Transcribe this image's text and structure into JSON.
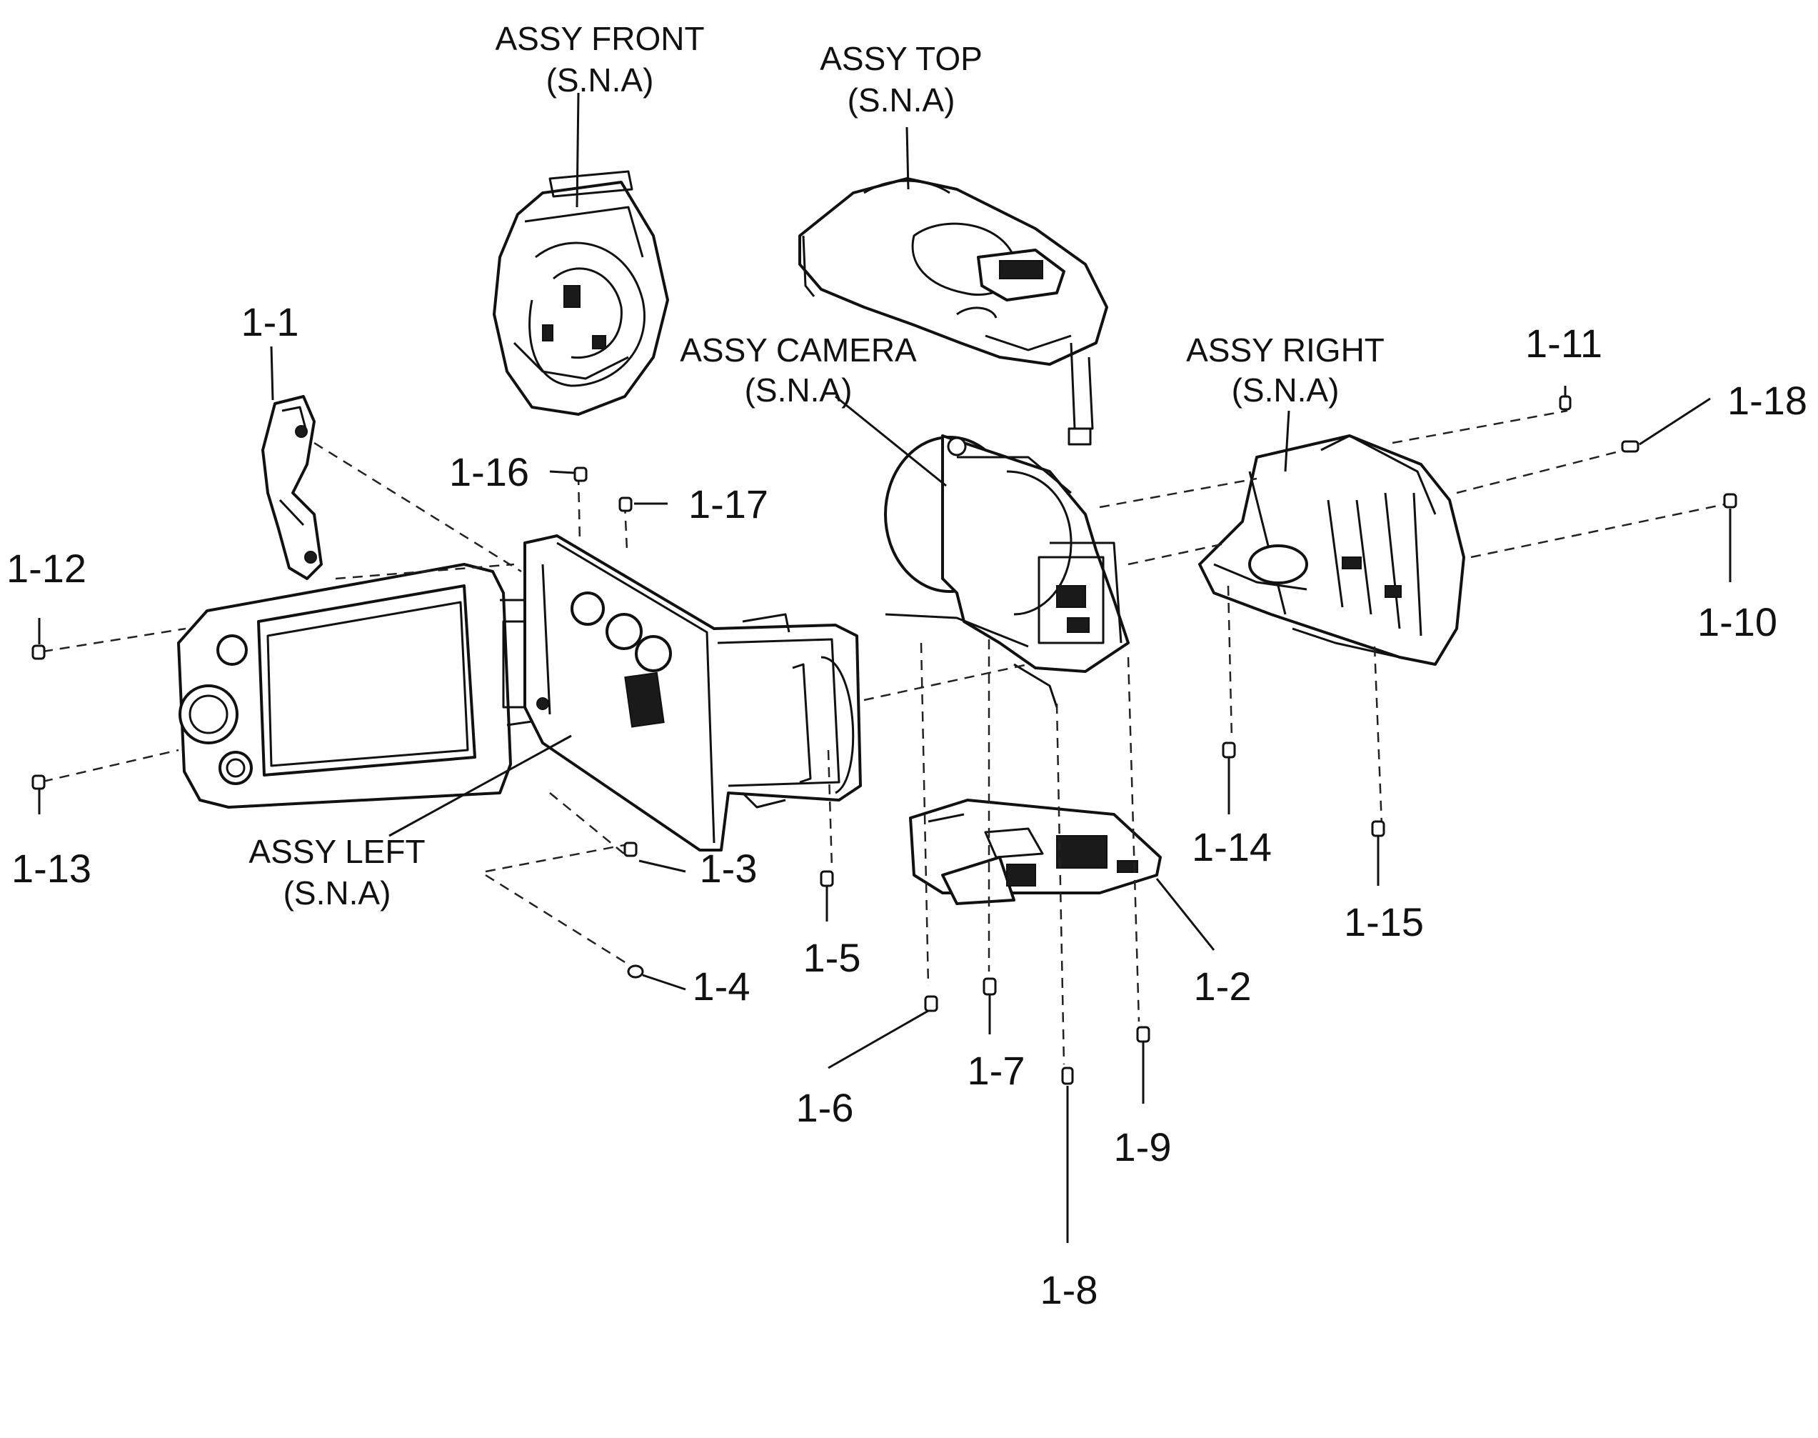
{
  "assemblies": {
    "front": {
      "name": "ASSY FRONT",
      "note": "(S.N.A)"
    },
    "top": {
      "name": "ASSY TOP",
      "note": "(S.N.A)"
    },
    "camera": {
      "name": "ASSY CAMERA",
      "note": "(S.N.A)"
    },
    "right": {
      "name": "ASSY RIGHT",
      "note": "(S.N.A)"
    },
    "left": {
      "name": "ASSY LEFT",
      "note": "(S.N.A)"
    }
  },
  "parts": {
    "p1": "1-1",
    "p2": "1-2",
    "p3": "1-3",
    "p4": "1-4",
    "p5": "1-5",
    "p6": "1-6",
    "p7": "1-7",
    "p8": "1-8",
    "p9": "1-9",
    "p10": "1-10",
    "p11": "1-11",
    "p12": "1-12",
    "p13": "1-13",
    "p14": "1-14",
    "p15": "1-15",
    "p16": "1-16",
    "p17": "1-17",
    "p18": "1-18"
  }
}
